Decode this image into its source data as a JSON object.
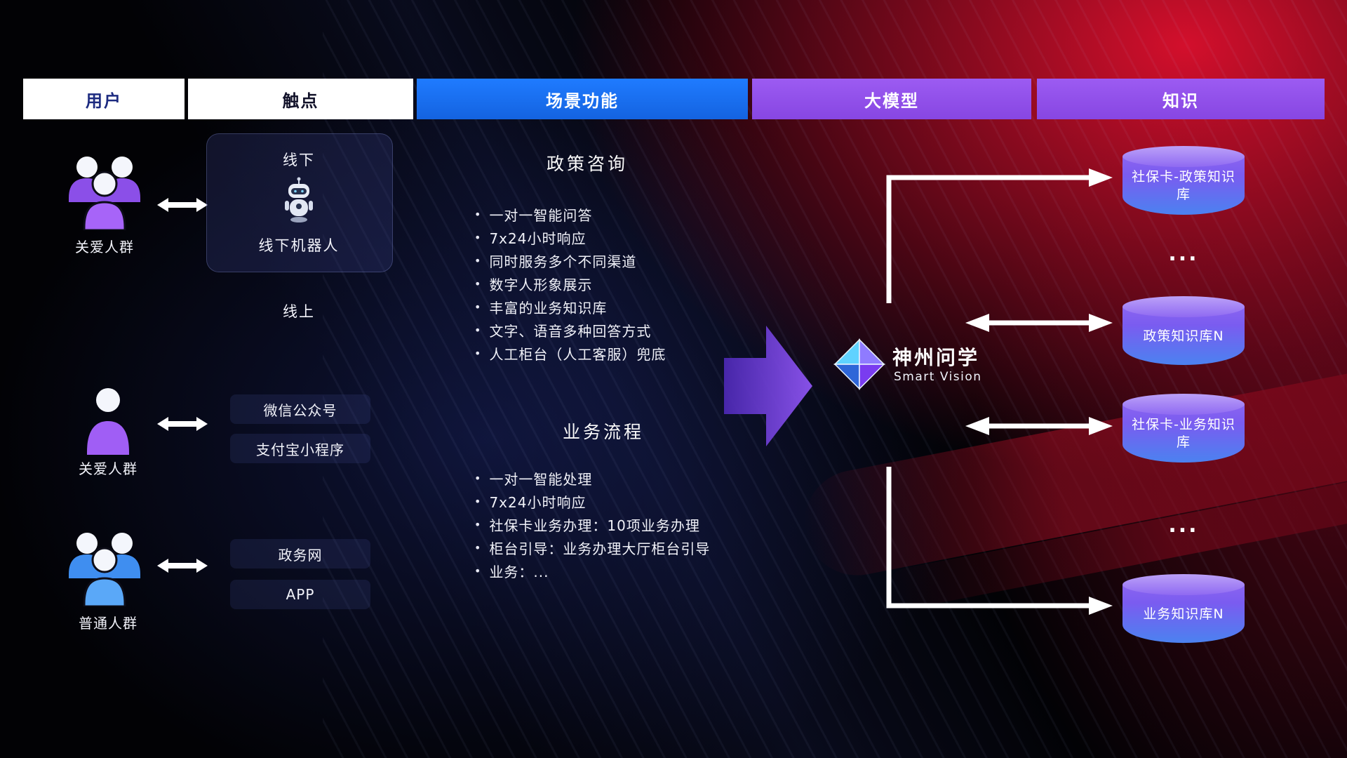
{
  "header": {
    "tabs": [
      {
        "label": "用户"
      },
      {
        "label": "触点"
      },
      {
        "label": "场景功能"
      },
      {
        "label": "大模型"
      },
      {
        "label": "知识"
      }
    ]
  },
  "users": {
    "items": [
      {
        "label": "关爱人群",
        "icon": "people-group-icon"
      },
      {
        "label": "关爱人群",
        "icon": "person-icon"
      },
      {
        "label": "普通人群",
        "icon": "people-group-icon"
      }
    ]
  },
  "touchpoints": {
    "offline": {
      "title": "线下",
      "robot_label": "线下机器人"
    },
    "online": {
      "title": "线上",
      "items": [
        "微信公众号",
        "支付宝小程序",
        "政务网",
        "APP"
      ]
    }
  },
  "scene": {
    "sections": [
      {
        "title": "政策咨询",
        "bullets": [
          "一对一智能问答",
          "7x24小时响应",
          "同时服务多个不同渠道",
          "数字人形象展示",
          "丰富的业务知识库",
          "文字、语音多种回答方式",
          "人工柜台（人工客服）兜底"
        ]
      },
      {
        "title": "业务流程",
        "bullets": [
          "一对一智能处理",
          "7x24小时响应",
          "社保卡业务办理：10项业务办理",
          "柜台引导：业务办理大厅柜台引导",
          "业务：..."
        ]
      }
    ]
  },
  "model": {
    "name": "神州问学",
    "subtitle": "Smart Vision"
  },
  "knowledge": {
    "items": [
      {
        "type": "db",
        "label": "社保卡-政策知识库"
      },
      {
        "type": "dots",
        "label": "..."
      },
      {
        "type": "db",
        "label": "政策知识库N"
      },
      {
        "type": "db",
        "label": "社保卡-业务知识库"
      },
      {
        "type": "dots",
        "label": "..."
      },
      {
        "type": "db",
        "label": "业务知识库N"
      }
    ]
  },
  "colors": {
    "tab_blue": "#1a72f2",
    "tab_purple": "#9150ee",
    "tab_text_dark": "#1d2b80",
    "cylinder_top": "#bca1f8",
    "cylinder_bottom": "#4b82f0",
    "flow_arrow_purple": "#7b46e8",
    "connector_white": "#ffffff",
    "background_red": "#c8102e",
    "background_navy": "#182260"
  }
}
